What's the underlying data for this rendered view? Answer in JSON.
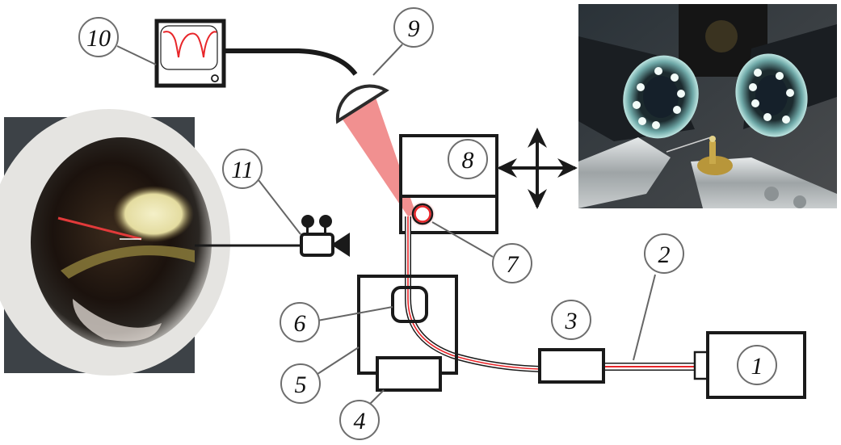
{
  "title": "Experimental setup schematic",
  "colors": {
    "line": "#1a1a1a",
    "leader": "#666666",
    "fiber_core": "#e8262a",
    "beam": "#f08a8a",
    "callout_stroke": "#6e6e6e",
    "resonator_glow": "#f3a1a1"
  },
  "callouts": [
    {
      "id": "1",
      "label": "1",
      "target": "laser-source"
    },
    {
      "id": "2",
      "label": "2",
      "target": "optical-fiber"
    },
    {
      "id": "3",
      "label": "3",
      "target": "fiber-component"
    },
    {
      "id": "4",
      "label": "4",
      "target": "taper-heater"
    },
    {
      "id": "5",
      "label": "5",
      "target": "taper-stage"
    },
    {
      "id": "6",
      "label": "6",
      "target": "fiber-taper"
    },
    {
      "id": "7",
      "label": "7",
      "target": "microresonator"
    },
    {
      "id": "8",
      "label": "8",
      "target": "positioning-stage"
    },
    {
      "id": "9",
      "label": "9",
      "target": "photodetector"
    },
    {
      "id": "10",
      "label": "10",
      "target": "oscilloscope"
    },
    {
      "id": "11",
      "label": "11",
      "target": "camera"
    }
  ],
  "icons": {
    "oscilloscope": "oscilloscope-icon",
    "photodetector": "photodetector-icon",
    "camera": "video-camera-icon",
    "movement": "four-way-arrow-icon"
  },
  "photos": {
    "left": "microscope view of fiber taper near resonator",
    "right": "photo of setup with two ring-lit microscope objectives and resonator mount"
  }
}
